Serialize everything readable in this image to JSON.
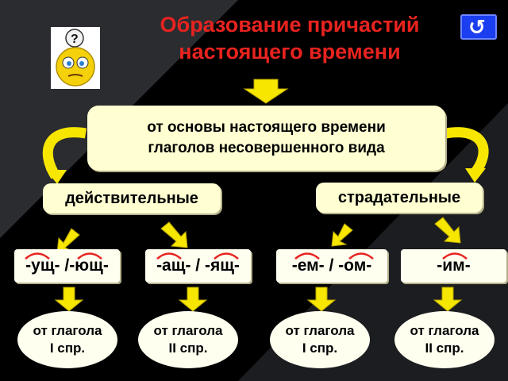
{
  "title": {
    "line1": "Образование причастий",
    "line2": "настоящего времени"
  },
  "return_button": {
    "label": "↺"
  },
  "icons": {
    "smiley": "question-smiley-icon",
    "return": "return-icon"
  },
  "colors": {
    "title": "#e8231f",
    "box": "#ffffd2",
    "arrow": "#f6e600",
    "arc": "#e8231f"
  },
  "source": {
    "line1": "от основы настоящего времени",
    "line2": "глаголов несовершенного вида"
  },
  "categories": {
    "active": "действительные",
    "passive": "страдательные"
  },
  "suffixes": [
    "-ущ- /-ющ-",
    "-ащ- / -ящ-",
    "-ем- / -ом-",
    "-им-"
  ],
  "conjugations": [
    {
      "line1": "от глагола",
      "line2": "I спр."
    },
    {
      "line1": "от глагола",
      "line2": "II спр."
    },
    {
      "line1": "от глагола",
      "line2": "I спр."
    },
    {
      "line1": "от глагола",
      "line2": "II спр."
    }
  ]
}
